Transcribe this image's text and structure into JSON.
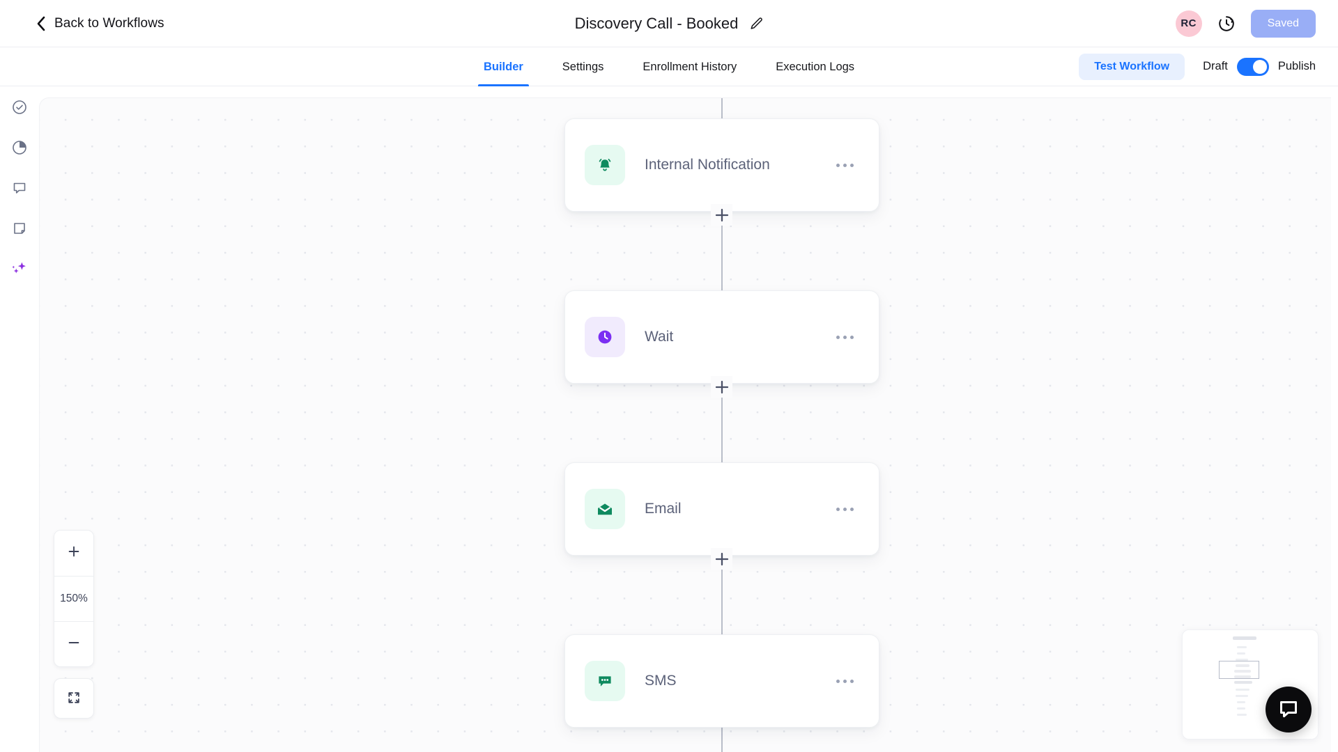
{
  "header": {
    "back_label": "Back to Workflows",
    "back_icon": "chevron-left-icon",
    "title": "Discovery Call - Booked",
    "edit_icon": "pencil-icon",
    "avatar_initials": "RC",
    "avatar_color": "#fbc9d4",
    "history_icon": "clock-history-icon",
    "save_label": "Saved",
    "save_color": "#99aef6"
  },
  "tabs": {
    "items": [
      {
        "label": "Builder",
        "active": true
      },
      {
        "label": "Settings",
        "active": false
      },
      {
        "label": "Enrollment History",
        "active": false
      },
      {
        "label": "Execution Logs",
        "active": false
      }
    ],
    "active_color": "#1a73ff",
    "test_label": "Test Workflow",
    "draft_label": "Draft",
    "publish_label": "Publish",
    "toggle_on": true,
    "toggle_color": "#1a73ff"
  },
  "rail": {
    "items": [
      {
        "icon": "check-circle-icon",
        "name": "tasks"
      },
      {
        "icon": "pie-chart-icon",
        "name": "reports"
      },
      {
        "icon": "chat-bubble-icon",
        "name": "conversations"
      },
      {
        "icon": "note-icon",
        "name": "notes"
      },
      {
        "icon": "sparkles-icon",
        "name": "ai-assistant",
        "color": "#8b2fe0"
      }
    ]
  },
  "canvas": {
    "nodes": [
      {
        "label": "Internal Notification",
        "icon": "bell-icon",
        "icon_bg": "#e6faf1",
        "icon_color": "#0f8a5f",
        "menu_icon": "ellipsis-icon"
      },
      {
        "label": "Wait",
        "icon": "clock-icon",
        "icon_bg": "#f1ebfd",
        "icon_color": "#7b2ff2",
        "menu_icon": "ellipsis-icon"
      },
      {
        "label": "Email",
        "icon": "envelope-icon",
        "icon_bg": "#e6faf1",
        "icon_color": "#0f8a5f",
        "menu_icon": "ellipsis-icon"
      },
      {
        "label": "SMS",
        "icon": "sms-bubble-icon",
        "icon_bg": "#e6faf1",
        "icon_color": "#0f8a5f",
        "menu_icon": "ellipsis-icon"
      }
    ],
    "connectors": [
      {
        "icon": "plus-icon"
      },
      {
        "icon": "plus-icon"
      },
      {
        "icon": "plus-icon"
      }
    ]
  },
  "zoom_controls": {
    "zoom_in_icon": "plus-icon",
    "zoom_level": "150%",
    "zoom_out_icon": "minus-icon",
    "fit_view_icon": "expand-icon"
  },
  "minimap": {
    "name": "minimap",
    "viewport_label": "viewport"
  },
  "chat": {
    "icon": "chat-widget-icon"
  }
}
